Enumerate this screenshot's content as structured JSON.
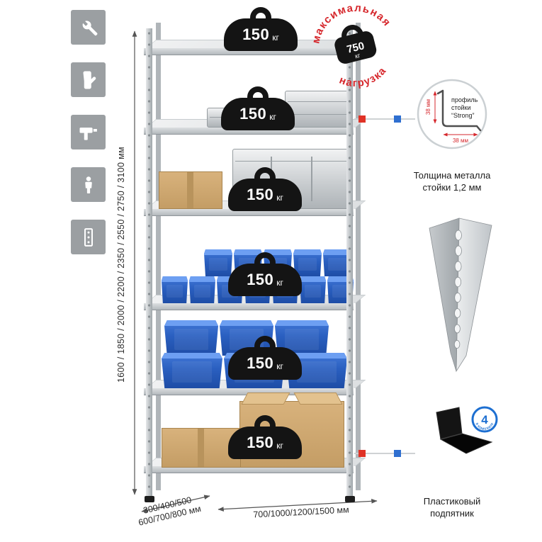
{
  "colors": {
    "accent_red": "#d6272c",
    "accent_blue": "#1d6fd1",
    "marker_red": "#e03226",
    "marker_blue": "#2f6fd0",
    "tile_gray": "#9b9fa2"
  },
  "sidebar": {
    "icons": [
      {
        "name": "wrench"
      },
      {
        "name": "gloves"
      },
      {
        "name": "drill"
      },
      {
        "name": "person"
      },
      {
        "name": "rack"
      }
    ]
  },
  "rack": {
    "badges": [
      {
        "value": "150",
        "unit": "кг"
      },
      {
        "value": "150",
        "unit": "кг"
      },
      {
        "value": "150",
        "unit": "кг"
      },
      {
        "value": "150",
        "unit": "кг"
      },
      {
        "value": "150",
        "unit": "кг"
      },
      {
        "value": "150",
        "unit": "кг"
      }
    ]
  },
  "stamp": {
    "arc_top": "максимальная",
    "arc_bottom": "нагрузка",
    "weight_value": "750",
    "weight_unit": "кг"
  },
  "dimensions": {
    "height": "1600 / 1850 / 2000 / 2200 / 2350 / 2550 / 2750 / 3100 мм",
    "depth_line1": "300/400/500",
    "depth_line2": "600/700/800 мм",
    "width": "700/1000/1200/1500 мм"
  },
  "profile_callout": {
    "label_line1": "профиль",
    "label_line2": "стойки",
    "label_line3": "“Strong”",
    "dim_vertical": "38 мм",
    "dim_horizontal": "38 мм",
    "caption_line1": "Толщина металла",
    "caption_line2": "стойки 1,2 мм"
  },
  "foot_callout": {
    "badge_value": "4",
    "badge_arc": "в комплекте",
    "caption_line1": "Пластиковый",
    "caption_line2": "подпятник"
  }
}
